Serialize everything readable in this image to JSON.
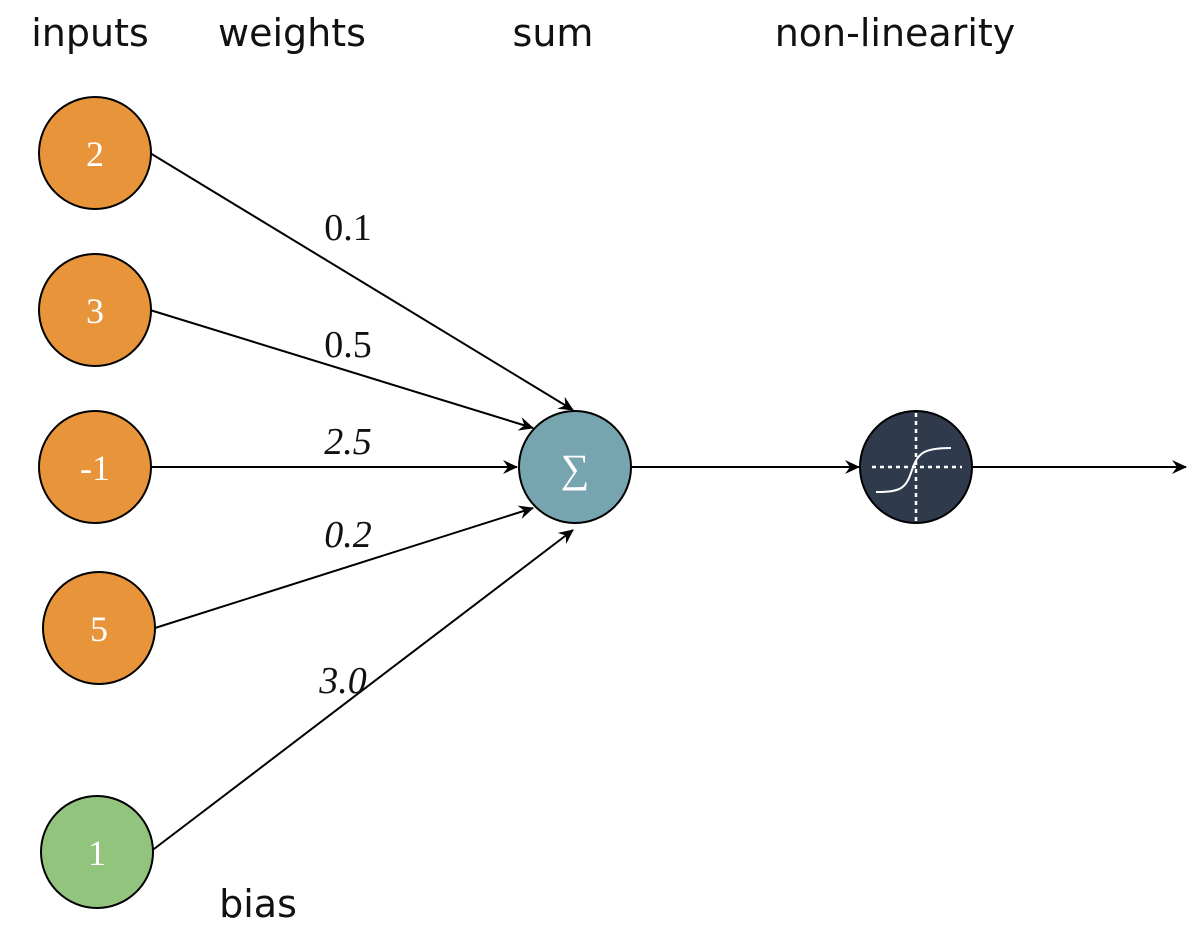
{
  "headers": {
    "inputs": "inputs",
    "weights": "weights",
    "sum": "sum",
    "nonlinearity": "non-linearity"
  },
  "inputs": [
    {
      "value": "2"
    },
    {
      "value": "3"
    },
    {
      "value": "-1"
    },
    {
      "value": "5"
    }
  ],
  "bias": {
    "value": "1",
    "label": "bias"
  },
  "weights": [
    {
      "value": "0.1",
      "italic": false
    },
    {
      "value": "0.5",
      "italic": false
    },
    {
      "value": "2.5",
      "italic": false
    },
    {
      "value": "0.2",
      "italic": true
    },
    {
      "value": "3.0",
      "italic": true
    }
  ],
  "sum_node": {
    "symbol": "∑"
  },
  "nonlinearity_node": {
    "icon": "sigmoid-icon"
  },
  "colors": {
    "input_fill": "#e8943a",
    "bias_fill": "#93c47d",
    "sum_fill": "#76a5af",
    "activation_fill": "#2f3b4c"
  }
}
